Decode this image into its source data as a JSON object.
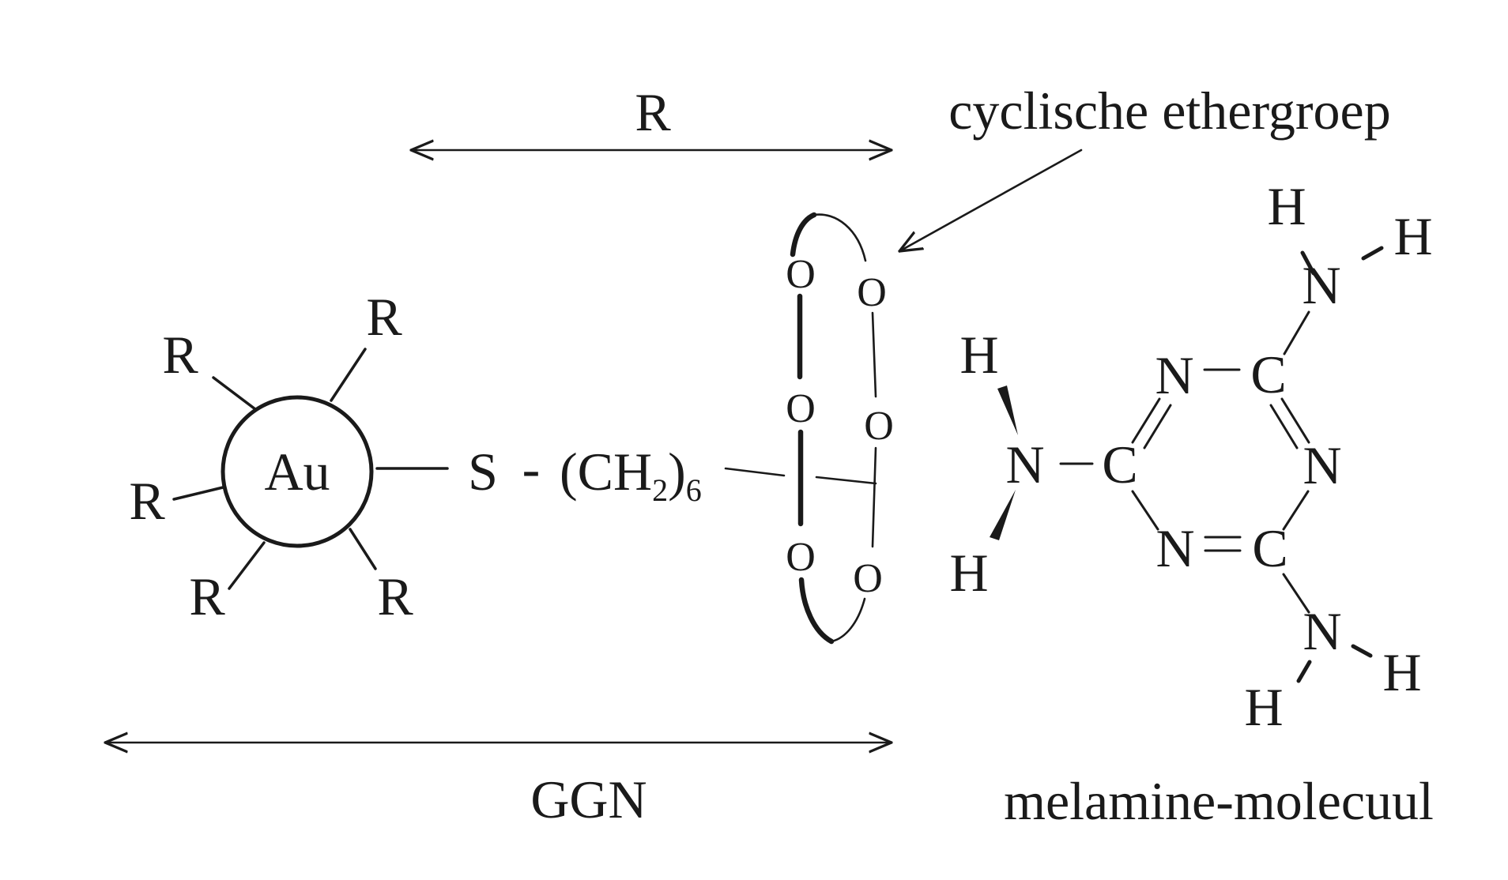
{
  "labels": {
    "r_dimension": "R",
    "cyclic_ether": "cyclische ethergroep",
    "au": "Au",
    "r_ligand": "R",
    "sulfur": "S",
    "dash": "-",
    "chain_open": "(CH",
    "chain_sub": "2",
    "chain_close": ")",
    "chain_count": "6",
    "oxygen": "O",
    "ggn": "GGN",
    "melamine": "melamine-molecuul",
    "melamine_c": "C",
    "melamine_n": "N",
    "melamine_h": "H"
  },
  "colors": {
    "ink": "#1a1a1a",
    "background": "#ffffff"
  }
}
